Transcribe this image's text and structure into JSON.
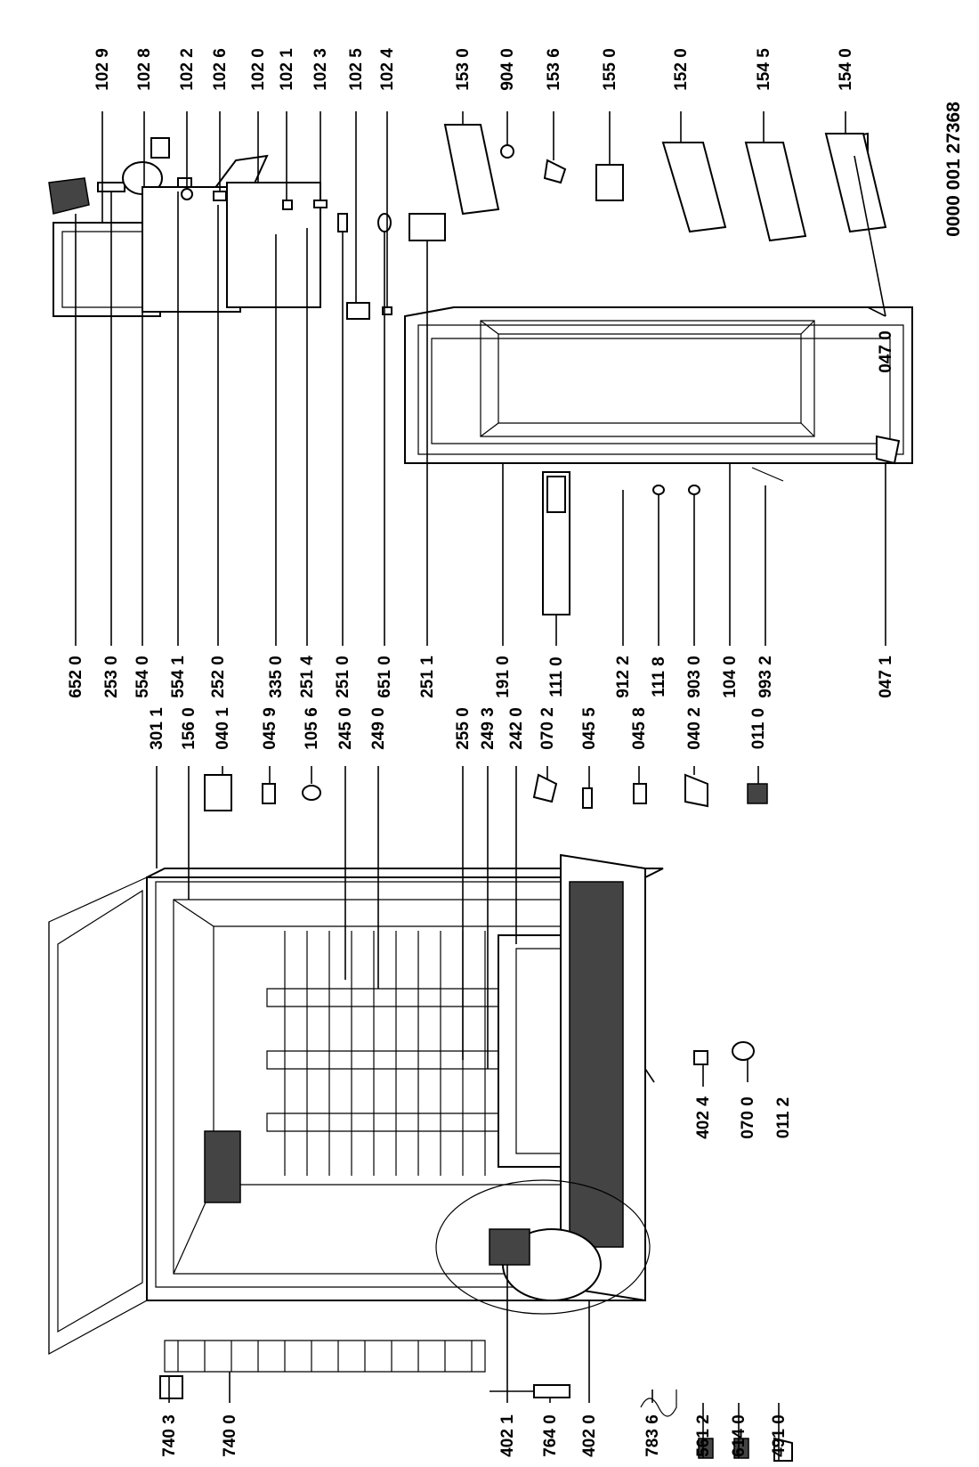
{
  "document_code": "0000 001 27368",
  "labels": {
    "p3011": "301 1",
    "p1560": "156 0",
    "p0401": "040 1",
    "p0459": "045 9",
    "p1056": "105 6",
    "p2450": "245 0",
    "p2490": "249 0",
    "p2550": "255 0",
    "p2493": "249 3",
    "p2420": "242 0",
    "p0702": "070 2",
    "p0455": "045 5",
    "p0458": "045 8",
    "p0402": "040 2",
    "p0110": "011 0",
    "p7403": "740 3",
    "p7400": "740 0",
    "p4021": "402 1",
    "p7640": "764 0",
    "p4020": "402 0",
    "p7836": "783 6",
    "p5612": "561 2",
    "p6140": "614 0",
    "p4910": "491 0",
    "p4024": "402 4",
    "p0700": "070 0",
    "p0112": "011 2",
    "p6520": "652 0",
    "p2530": "253 0",
    "p5540": "554 0",
    "p5541": "554 1",
    "p2520": "252 0",
    "p3350": "335 0",
    "p2514": "251 4",
    "p2510": "251 0",
    "p6510": "651 0",
    "p2511": "251 1",
    "p1910": "191 0",
    "p1110": "111 0",
    "p9122": "912 2",
    "p1118": "111 8",
    "p9030": "903 0",
    "p1040": "104 0",
    "p9932": "993 2",
    "p0471": "047 1",
    "p0470": "047 0",
    "p1029": "102 9",
    "p1028": "102 8",
    "p1022": "102 2",
    "p1026": "102 6",
    "p1020": "102 0",
    "p1021": "102 1",
    "p1023": "102 3",
    "p1025": "102 5",
    "p1024": "102 4",
    "p1530": "153 0",
    "p9040": "904 0",
    "p1536": "153 6",
    "p1550": "155 0",
    "p1520": "152 0",
    "p1545": "154 5",
    "p1540": "154 0"
  }
}
